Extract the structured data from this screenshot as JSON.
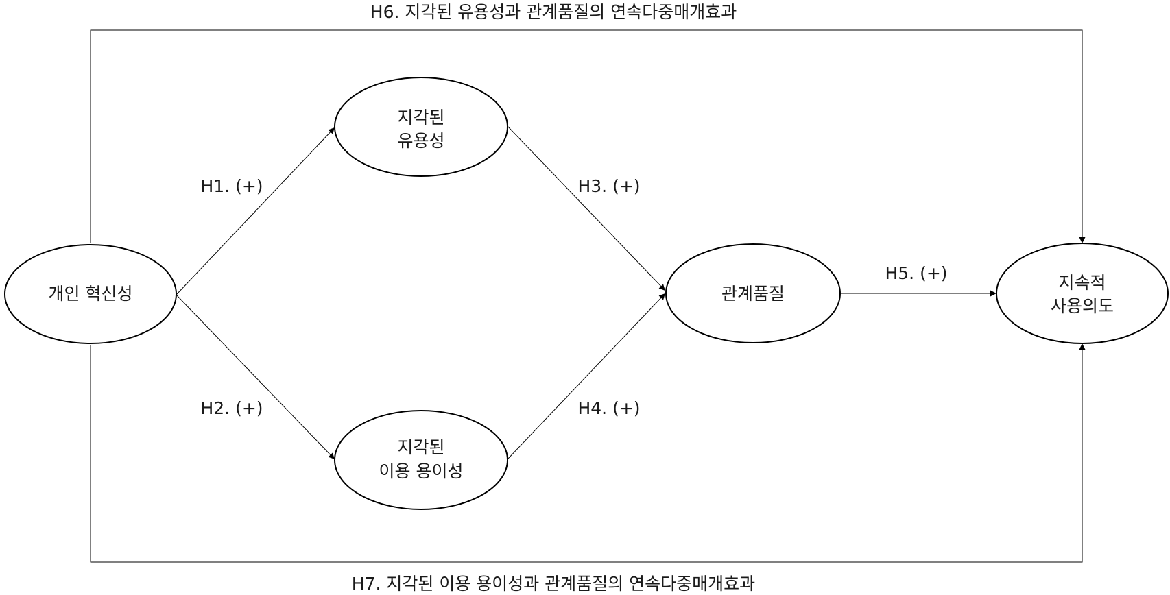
{
  "nodes": {
    "innovativeness": {
      "lines": [
        "개인 혁신성"
      ]
    },
    "usefulness": {
      "lines": [
        "지각된",
        "유용성"
      ]
    },
    "ease_of_use": {
      "lines": [
        "지각된",
        "이용 용이성"
      ]
    },
    "relationship_quality": {
      "lines": [
        "관계품질"
      ]
    },
    "continuance": {
      "lines": [
        "지속적",
        "사용의도"
      ]
    }
  },
  "edges": {
    "h1": "H1. (+)",
    "h2": "H2. (+)",
    "h3": "H3. (+)",
    "h4": "H4. (+)",
    "h5": "H5. (+)",
    "h6": "H6. 지각된 유용성과 관계품질의 연속다중매개효과",
    "h7": "H7. 지각된 이용 용이성과 관계품질의 연속다중매개효과"
  },
  "colors": {
    "stroke": "#000000",
    "text": "#1a1a1a",
    "background": "#ffffff"
  }
}
